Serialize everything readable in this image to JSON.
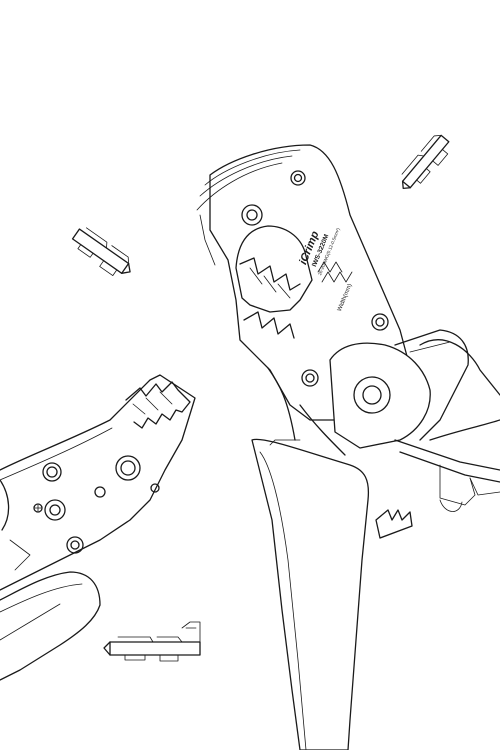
{
  "tool_head": {
    "brand": "iCrimp",
    "model": "IWS-3220M",
    "spec": "26-20AWG(0.12-0.5mm²)",
    "width_label": "Width(mm)"
  }
}
